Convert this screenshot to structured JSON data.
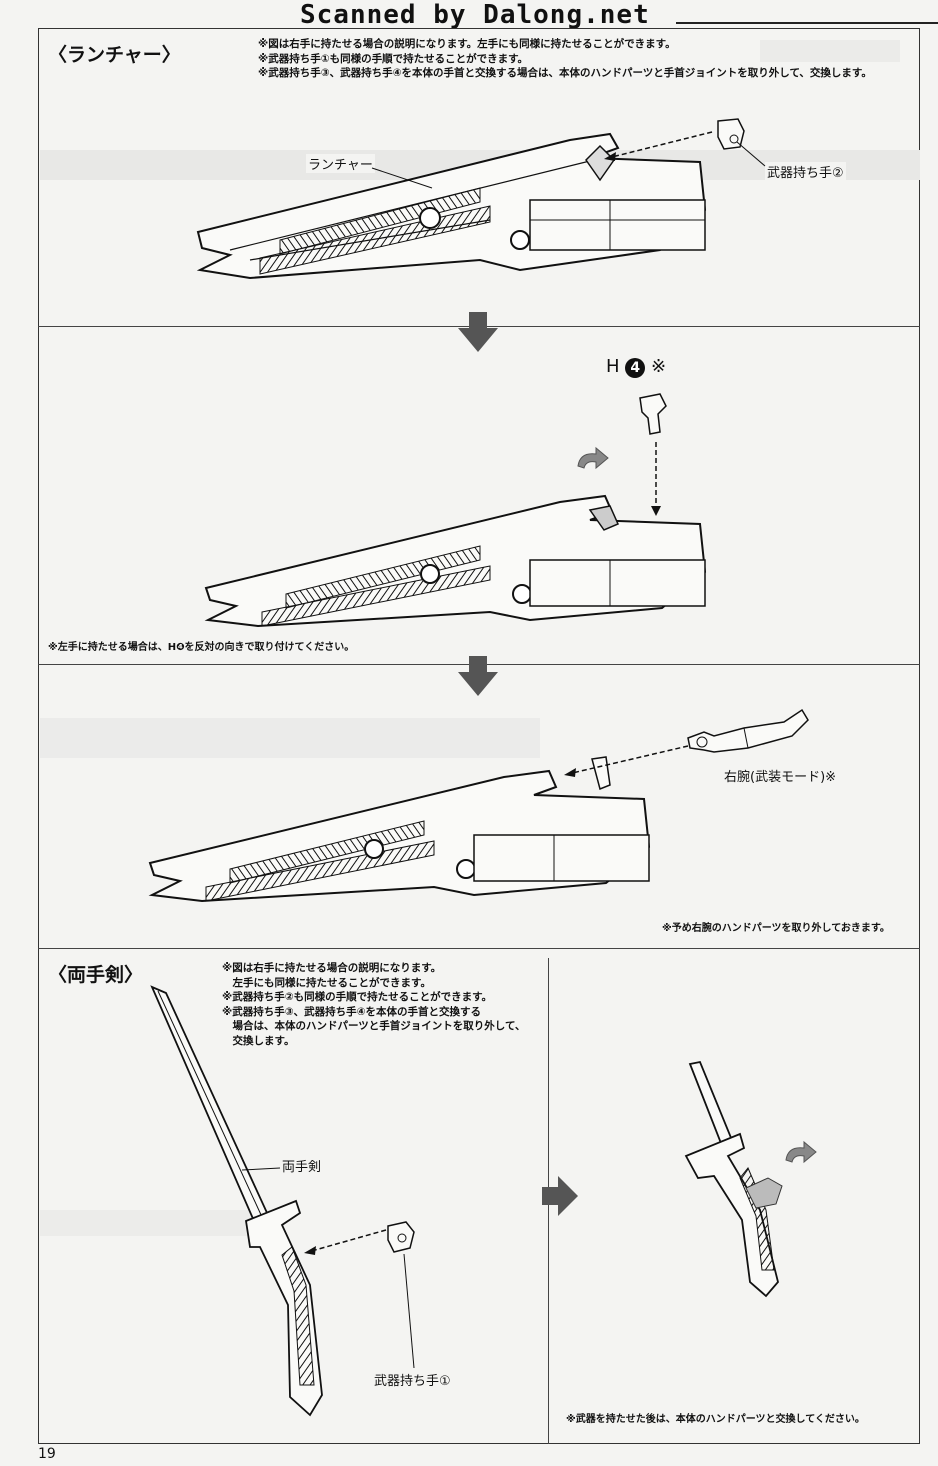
{
  "header": {
    "scan_credit": "Scanned by Dalong.net"
  },
  "launcher_section": {
    "title": "〈ランチャー〉",
    "notes": [
      "※図は右手に持たせる場合の説明になります。左手にも同様に持たせることができます。",
      "※武器持ち手①も同様の手順で持たせることができます。",
      "※武器持ち手③、武器持ち手④を本体の手首と交換する場合は、本体のハンドパーツと手首ジョイントを取り外して、交換します。"
    ],
    "step1": {
      "launcher_label": "ランチャー",
      "hand_label": "武器持ち手②"
    },
    "step2": {
      "part_label_prefix": "H",
      "part_number": "4",
      "part_label_suffix": "※",
      "note": "※左手に持たせる場合は、H❹を反対の向きで取り付けてください。"
    },
    "step3": {
      "arm_label": "右腕(武装モード)※",
      "note": "※予め右腕のハンドパーツを取り外しておきます。"
    }
  },
  "sword_section": {
    "title": "〈両手剣〉",
    "notes": [
      "※図は右手に持たせる場合の説明になります。",
      "　左手にも同様に持たせることができます。",
      "※武器持ち手②も同様の手順で持たせることができます。",
      "※武器持ち手③、武器持ち手④を本体の手首と交換する",
      "　場合は、本体のハンドパーツと手首ジョイントを取り外して、",
      "　交換します。"
    ],
    "sword_label": "両手剣",
    "hand_label": "武器持ち手①",
    "final_note": "※武器を持たせた後は、本体のハンドパーツと交換してください。"
  },
  "footer": {
    "page_number": "19"
  }
}
